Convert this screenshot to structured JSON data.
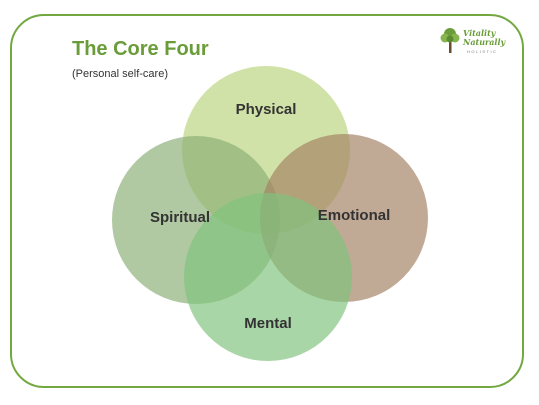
{
  "slide": {
    "title": "The Core Four",
    "subtitle": "(Personal self-care)"
  },
  "logo": {
    "line1": "Vitality",
    "line2": "Naturally",
    "line3": "HOLISTIC",
    "icon": "tree-icon"
  },
  "diagram": {
    "circles": [
      {
        "id": "physical",
        "label": "Physical",
        "color": "#b9d47e"
      },
      {
        "id": "spiritual",
        "label": "Spiritual",
        "color": "#8caf76"
      },
      {
        "id": "emotional",
        "label": "Emotional",
        "color": "#a48163"
      },
      {
        "id": "mental",
        "label": "Mental",
        "color": "#80c27e"
      }
    ],
    "colors": {
      "border": "#72a83f",
      "title": "#6a9c3a"
    }
  }
}
